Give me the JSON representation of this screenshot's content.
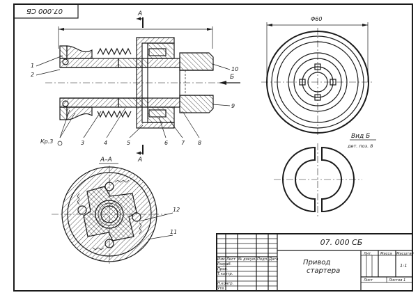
{
  "corner_stamp": "07.000 СБ",
  "section_mark": "А",
  "section_title": "А–А",
  "diameter_label": "Φ60",
  "arrow_b": "Б",
  "view_b": {
    "title": "Вид Б",
    "subtitle": "дет. поз. 8"
  },
  "leaders": {
    "p1": "1",
    "p2": "2",
    "p3": "3",
    "p4": "4",
    "p5": "5",
    "p6": "6",
    "p7": "7",
    "p8": "8",
    "p9": "9",
    "p10": "10",
    "p11": "11",
    "p12": "12",
    "kr": "Кр.3"
  },
  "title_block": {
    "designation": "07. 000 СБ",
    "name_line1": "Привод",
    "name_line2": "стартера",
    "col_lit": "Лит.",
    "col_mass": "Масса",
    "col_scale": "Масштаб",
    "scale": "1:1",
    "sheet": "Лист",
    "sheets": "Листов 1",
    "row_hdr": [
      "Изм",
      "Лист",
      "№ докум.",
      "Подп.",
      "Дата"
    ],
    "rows": [
      "Разраб.",
      "Пров.",
      "Т.контр.",
      "",
      "Н.контр.",
      "Утв."
    ]
  }
}
